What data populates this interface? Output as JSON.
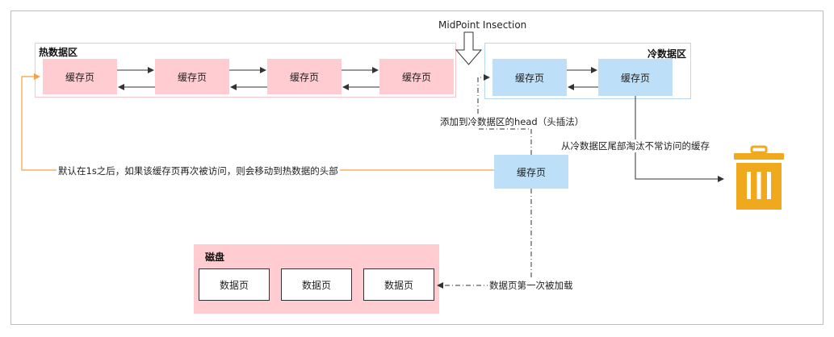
{
  "hot_zone": {
    "title": "热数据区",
    "pages": [
      "缓存页",
      "缓存页",
      "缓存页",
      "缓存页"
    ]
  },
  "cold_zone": {
    "title": "冷数据区",
    "pages": [
      "缓存页",
      "缓存页"
    ]
  },
  "midpoint_label": "MidPoint Insection",
  "new_page": "缓存页",
  "labels": {
    "add_to_cold_head": "添加到冷数据区的head（头插法）",
    "evict_from_cold_tail": "从冷数据区尾部淘汰不常访问的缓存",
    "move_to_hot_head": "默认在1s之后，如果该缓存页再次被访问，则会移动到热数据的头部",
    "first_load": "数据页第一次被加载"
  },
  "disk_zone": {
    "title": "磁盘",
    "pages": [
      "数据页",
      "数据页",
      "数据页"
    ]
  },
  "colors": {
    "hot": "#ffccd2",
    "cold": "#bddff8",
    "trash": "#f0a81c",
    "orange_line": "#f5a043"
  }
}
